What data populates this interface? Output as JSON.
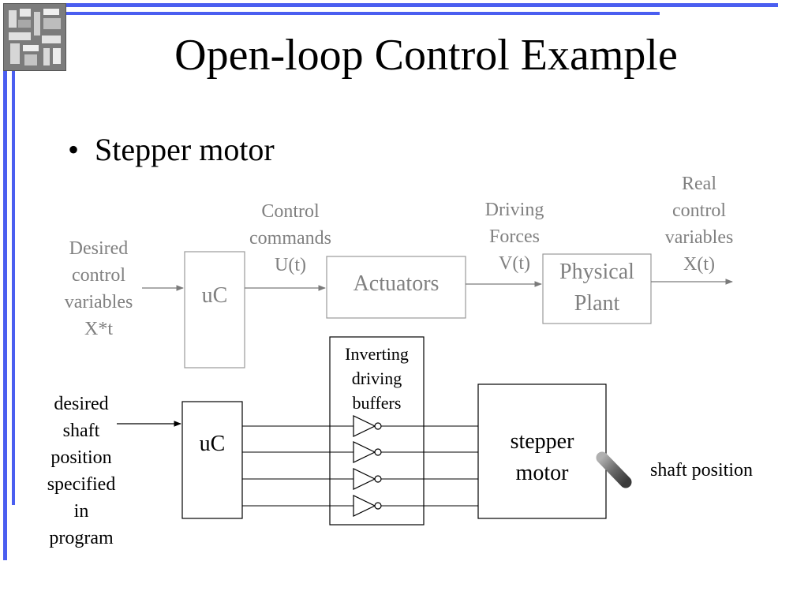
{
  "slide": {
    "title": "Open-loop Control Example",
    "bullet": "Stepper motor"
  },
  "top_diagram": {
    "input_label": [
      "Desired",
      "control",
      "variables",
      "X*t"
    ],
    "uc_label": "uC",
    "control_label": [
      "Control",
      "commands",
      "U(t)"
    ],
    "actuators_label": "Actuators",
    "driving_label": [
      "Driving",
      "Forces",
      "V(t)"
    ],
    "plant_label": [
      "Physical",
      "Plant"
    ],
    "output_label": [
      "Real",
      "control",
      "variables",
      "X(t)"
    ]
  },
  "bottom_diagram": {
    "input_label": [
      "desired",
      "shaft",
      "position",
      "specified",
      "in",
      "program"
    ],
    "uc_label": "uC",
    "buffers_label": [
      "Inverting",
      "driving",
      "buffers"
    ],
    "motor_label": [
      "stepper",
      "motor"
    ],
    "shaft_label": "shaft position"
  },
  "colors": {
    "accent_blue": "#4a5ef0",
    "gray_text": "#808080",
    "box_border": "#999999"
  }
}
